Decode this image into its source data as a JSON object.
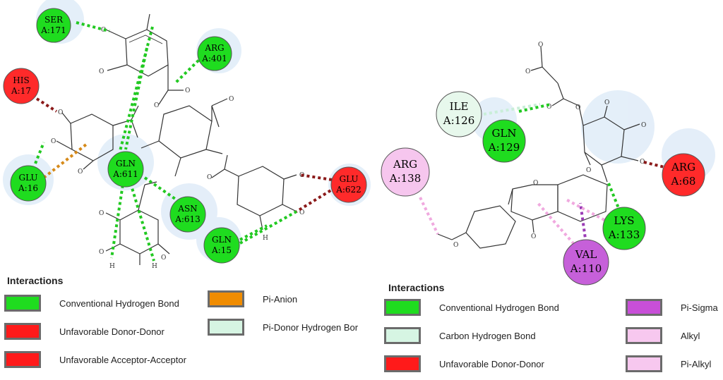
{
  "left_panel": {
    "residues": [
      {
        "id": "ser171",
        "name": "SER",
        "num": "A:171",
        "type": "conventional_hbond"
      },
      {
        "id": "arg401",
        "name": "ARG",
        "num": "A:401",
        "type": "conventional_hbond"
      },
      {
        "id": "his17",
        "name": "HIS",
        "num": "A:17",
        "type": "unfavorable_donor_donor"
      },
      {
        "id": "glu16",
        "name": "GLU",
        "num": "A:16",
        "type": "conventional_hbond"
      },
      {
        "id": "gln611",
        "name": "GLN",
        "num": "A:611",
        "type": "conventional_hbond"
      },
      {
        "id": "asn613",
        "name": "ASN",
        "num": "A:613",
        "type": "conventional_hbond"
      },
      {
        "id": "gln15",
        "name": "GLN",
        "num": "A:15",
        "type": "conventional_hbond"
      },
      {
        "id": "glu622",
        "name": "GLU",
        "num": "A:622",
        "type": "unfavorable_donor_donor"
      }
    ],
    "legend": {
      "title": "Interactions",
      "items": [
        {
          "label": "Conventional Hydrogen Bond",
          "color": "#1fdc1f"
        },
        {
          "label": "Unfavorable Donor-Donor",
          "color": "#ff1a1a"
        },
        {
          "label": "Unfavorable Acceptor-Acceptor",
          "color": "#ff1a1a"
        },
        {
          "label": "Pi-Anion",
          "color": "#f08c00"
        },
        {
          "label": "Pi-Donor Hydrogen Bor",
          "color": "#d6f5e3"
        }
      ]
    }
  },
  "right_panel": {
    "residues": [
      {
        "id": "ile126",
        "name": "ILE",
        "num": "A:126",
        "type": "carbon_hbond"
      },
      {
        "id": "gln129",
        "name": "GLN",
        "num": "A:129",
        "type": "conventional_hbond"
      },
      {
        "id": "arg138",
        "name": "ARG",
        "num": "A:138",
        "type": "alkyl"
      },
      {
        "id": "arg68",
        "name": "ARG",
        "num": "A:68",
        "type": "unfavorable_donor_donor"
      },
      {
        "id": "lys133",
        "name": "LYS",
        "num": "A:133",
        "type": "conventional_hbond"
      },
      {
        "id": "val110",
        "name": "VAL",
        "num": "A:110",
        "type": "pi_sigma"
      }
    ],
    "legend": {
      "title": "Interactions",
      "items": [
        {
          "label": "Conventional Hydrogen Bond",
          "color": "#1fdc1f"
        },
        {
          "label": "Carbon Hydrogen Bond",
          "color": "#d6f5e3"
        },
        {
          "label": "Unfavorable Donor-Donor",
          "color": "#ff1a1a"
        },
        {
          "label": "Pi-Sigma",
          "color": "#c84fd8"
        },
        {
          "label": "Alkyl",
          "color": "#f7c8ef"
        },
        {
          "label": "Pi-Alkyl",
          "color": "#f7c8ef"
        }
      ]
    }
  },
  "colors": {
    "conventional_hbond": "#1fdc1f",
    "carbon_hbond": "#d6f5e3",
    "unfavorable_donor_donor": "#ff2a2a",
    "pi_anion": "#e08a00",
    "pi_sigma": "#c660d9",
    "alkyl": "#f6c6ee",
    "bond_line": "#333333",
    "dashed_hbond": "#22c922",
    "dashed_unfav": "#8b1a1a",
    "dashed_pi_sigma": "#9a3bb5",
    "dashed_alkyl": "#f0a9df",
    "dashed_carbon": "#c9eed8",
    "dashed_pi_anion": "#d68a1a",
    "halo": "#dbe9f7"
  },
  "atom_labels": {
    "oxygen": "O",
    "hydrogen": "H"
  }
}
